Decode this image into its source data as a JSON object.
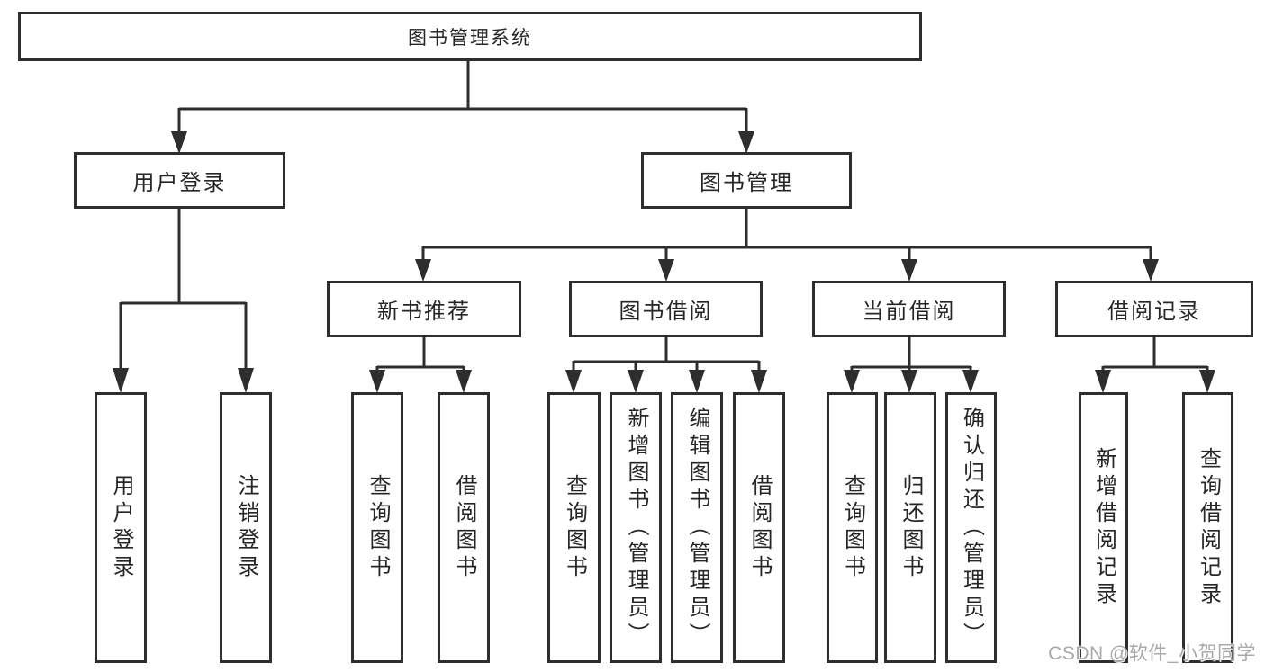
{
  "diagram": {
    "type": "tree-diagram",
    "root": {
      "label": "图书管理系统"
    },
    "user_login": {
      "label": "用户登录",
      "leaves": [
        {
          "label": "用户登录"
        },
        {
          "label": "注销登录"
        }
      ]
    },
    "book_management": {
      "label": "图书管理",
      "sections": [
        {
          "label": "新书推荐",
          "leaves": [
            {
              "label": "查询图书"
            },
            {
              "label": "借阅图书"
            }
          ]
        },
        {
          "label": "图书借阅",
          "leaves": [
            {
              "label": "查询图书"
            },
            {
              "label": "新增图书（管理员）"
            },
            {
              "label": "编辑图书（管理员）"
            },
            {
              "label": "借阅图书"
            }
          ]
        },
        {
          "label": "当前借阅",
          "leaves": [
            {
              "label": "查询图书"
            },
            {
              "label": "归还图书"
            },
            {
              "label": "确认归还（管理员）"
            }
          ]
        },
        {
          "label": "借阅记录",
          "leaves": [
            {
              "label": "新增借阅记录"
            },
            {
              "label": "查询借阅记录"
            }
          ]
        }
      ]
    }
  },
  "watermark": {
    "text": "CSDN @软件_小贺同学"
  },
  "colors": {
    "background": "#ffffff",
    "box_border": "#2e2e2e",
    "connector": "#2e2e2e",
    "text": "#262626",
    "watermark": "#a9a9a9"
  }
}
